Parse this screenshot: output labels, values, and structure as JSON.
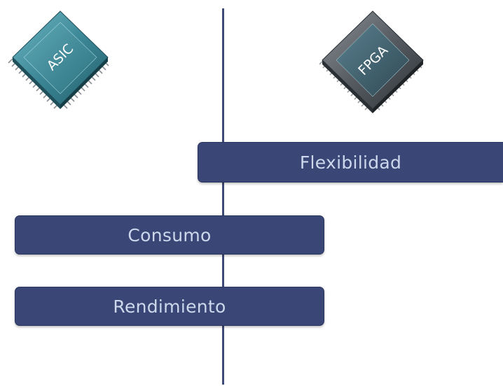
{
  "chips": {
    "asic": {
      "label": "ASIC",
      "icon": "asic-chip-icon"
    },
    "fpga": {
      "label": "FPGA",
      "icon": "fpga-chip-icon"
    }
  },
  "bars": {
    "flexibilidad": "Flexibilidad",
    "consumo": "Consumo",
    "rendimiento": "Rendimiento"
  },
  "colors": {
    "bar_fill": "#3a4675",
    "bar_text": "#cdd8ec",
    "divider": "#3f4a77",
    "asic_chip": "#3f8a99",
    "fpga_chip": "#4b5156"
  }
}
